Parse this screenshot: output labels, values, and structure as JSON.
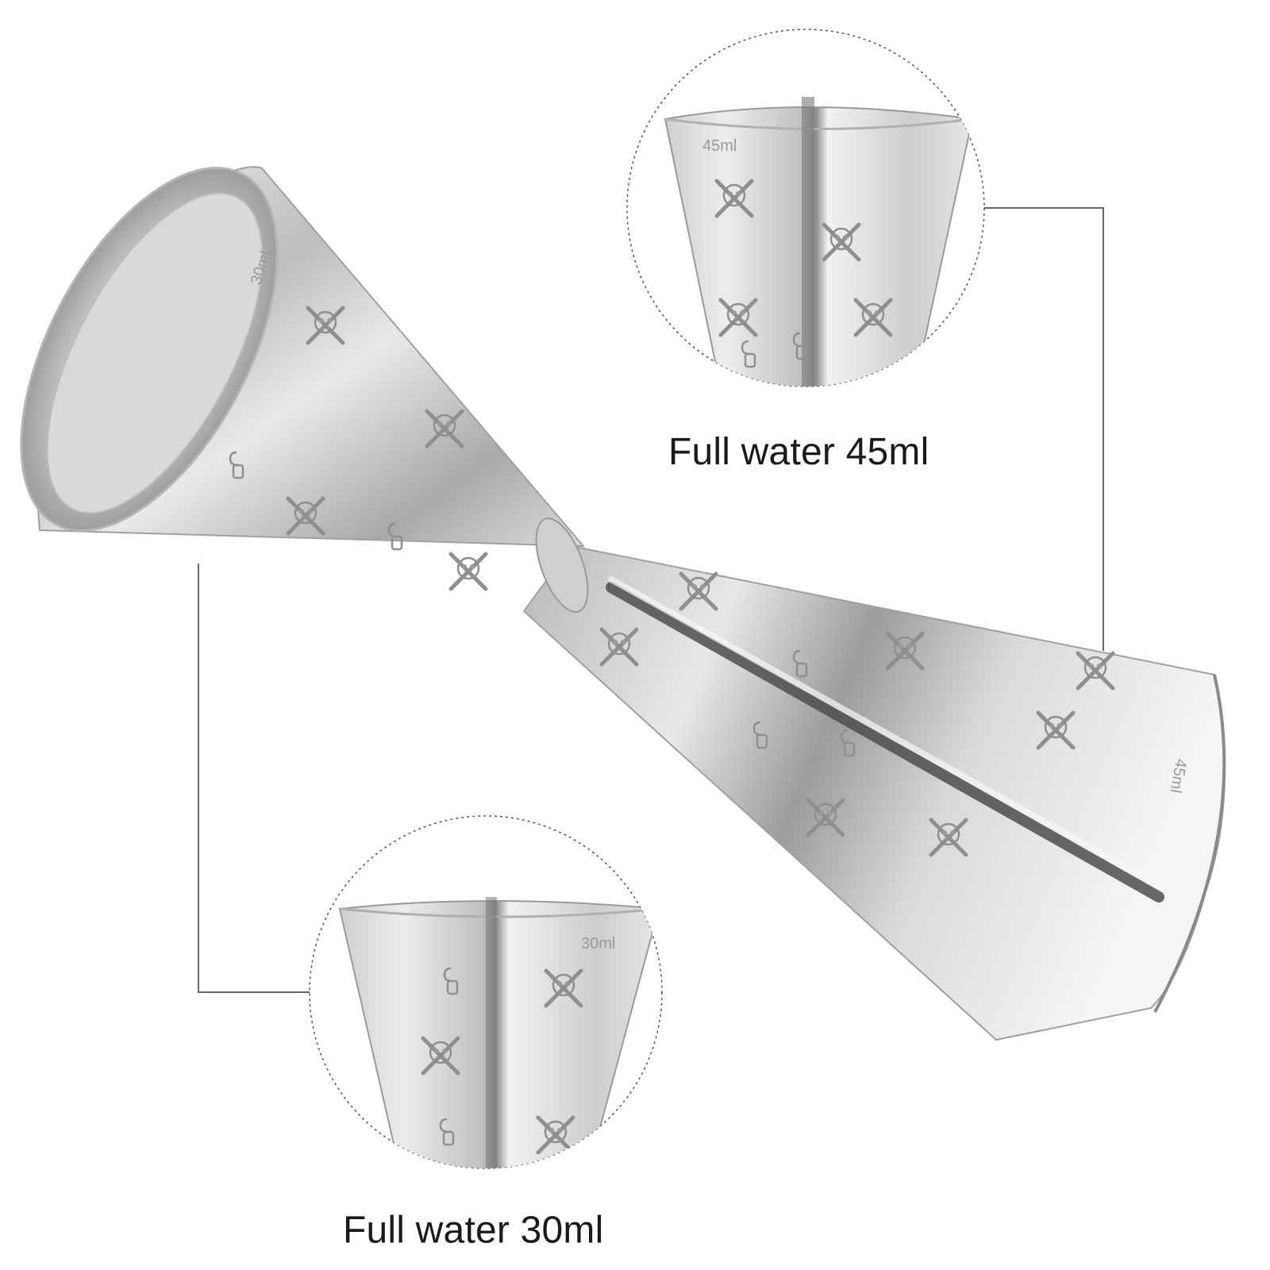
{
  "product": {
    "body_color": "#c9c9c9",
    "engraving_motif": "skull-and-crossbones"
  },
  "callouts": [
    {
      "id": "large-cup",
      "caption": "Full water 45ml",
      "mark": "45ml"
    },
    {
      "id": "small-cup",
      "caption": "Full water 30ml",
      "mark": "30ml"
    }
  ],
  "jigger_marks": {
    "small_end": "30ml",
    "large_end": "45ml"
  }
}
